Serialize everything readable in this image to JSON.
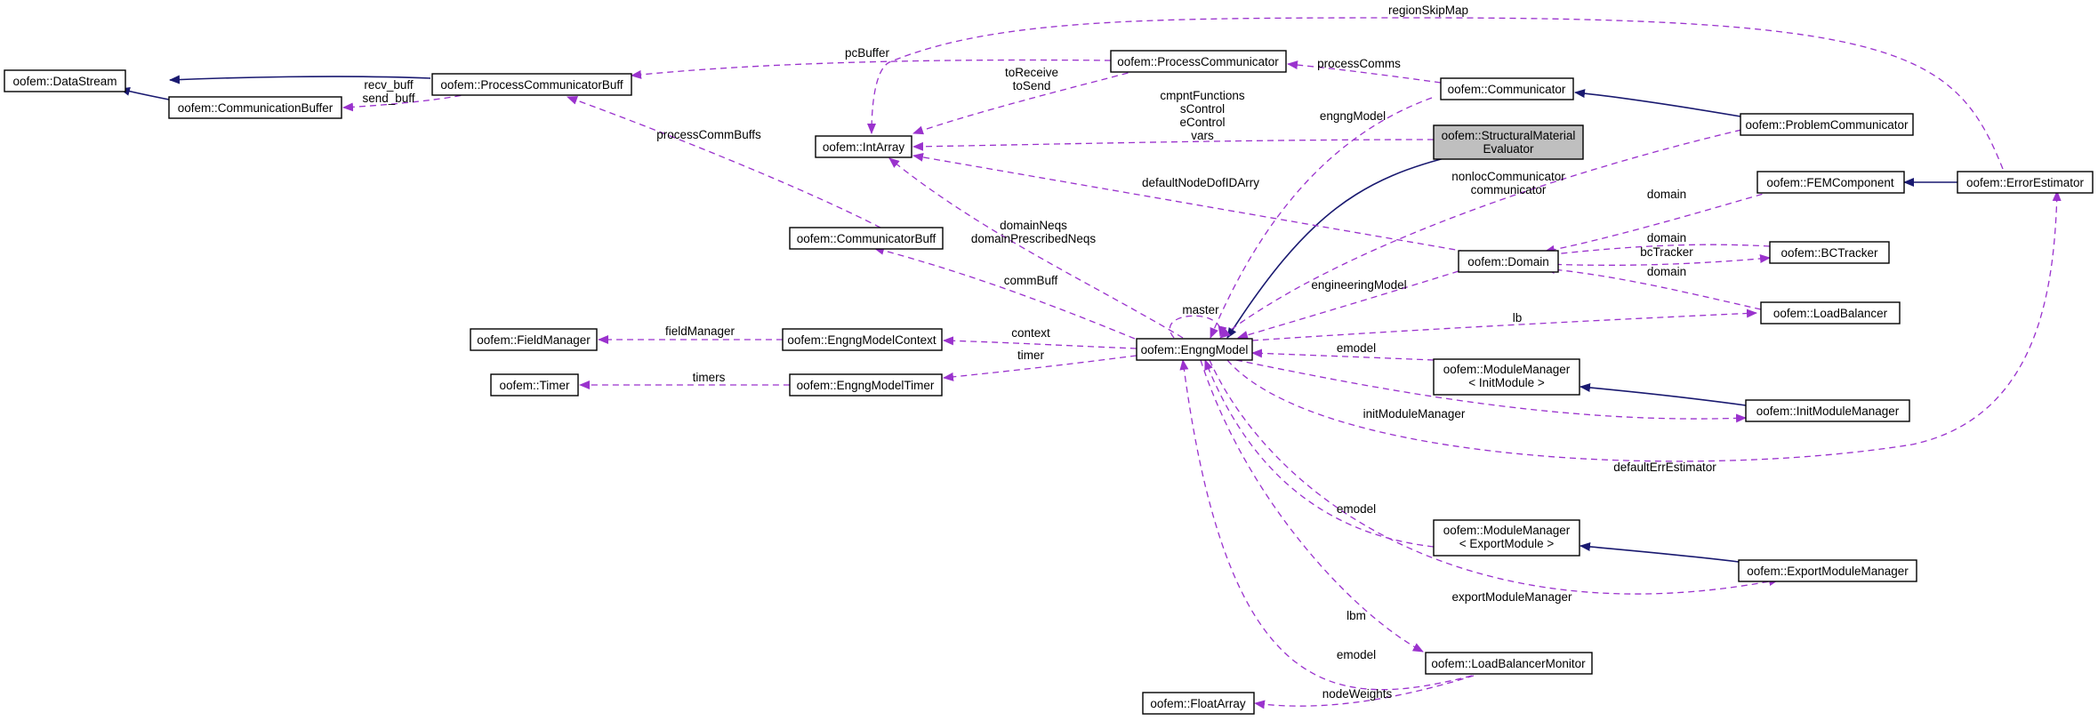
{
  "nodes": {
    "DataStream": [
      "oofem::DataStream"
    ],
    "CommunicationBuffer": [
      "oofem::CommunicationBuffer"
    ],
    "ProcessCommunicatorBuff": [
      "oofem::ProcessCommunicatorBuff"
    ],
    "ProcessCommunicator": [
      "oofem::ProcessCommunicator"
    ],
    "IntArray": [
      "oofem::IntArray"
    ],
    "CommunicatorBuff": [
      "oofem::CommunicatorBuff"
    ],
    "FieldManager": [
      "oofem::FieldManager"
    ],
    "EngngModelContext": [
      "oofem::EngngModelContext"
    ],
    "Timer": [
      "oofem::Timer"
    ],
    "EngngModelTimer": [
      "oofem::EngngModelTimer"
    ],
    "EngngModel": [
      "oofem::EngngModel"
    ],
    "Communicator": [
      "oofem::Communicator"
    ],
    "StructuralMaterialEvaluator": [
      "oofem::StructuralMaterial",
      "Evaluator"
    ],
    "Domain": [
      "oofem::Domain"
    ],
    "ProblemCommunicator": [
      "oofem::ProblemCommunicator"
    ],
    "FEMComponent": [
      "oofem::FEMComponent"
    ],
    "ErrorEstimator": [
      "oofem::ErrorEstimator"
    ],
    "BCTracker": [
      "oofem::BCTracker"
    ],
    "LoadBalancer": [
      "oofem::LoadBalancer"
    ],
    "ModuleManagerInit": [
      "oofem::ModuleManager",
      "< InitModule >"
    ],
    "InitModuleManager": [
      "oofem::InitModuleManager"
    ],
    "ModuleManagerExport": [
      "oofem::ModuleManager",
      "< ExportModule >"
    ],
    "ExportModuleManager": [
      "oofem::ExportModuleManager"
    ],
    "LoadBalancerMonitor": [
      "oofem::LoadBalancerMonitor"
    ],
    "FloatArray": [
      "oofem::FloatArray"
    ]
  },
  "edge_labels": {
    "regionSkipMap": [
      "regionSkipMap"
    ],
    "pcBuffer": [
      "pcBuffer"
    ],
    "recvSendBuff": [
      "recv_buff",
      "send_buff"
    ],
    "toReceiveToSend": [
      "toReceive",
      "toSend"
    ],
    "processComms": [
      "processComms"
    ],
    "cmpntFunctions": [
      "cmpntFunctions",
      "sControl",
      "eControl",
      "vars"
    ],
    "engngModel": [
      "engngModel"
    ],
    "processCommBuffs": [
      "processCommBuffs"
    ],
    "defaultNodeDofIDArry": [
      "defaultNodeDofIDArry"
    ],
    "nonlocCommunicator": [
      "nonlocCommunicator",
      "communicator"
    ],
    "domainFEM": [
      "domain"
    ],
    "domainBC": [
      "domain"
    ],
    "bcTracker": [
      "bcTracker"
    ],
    "domainLB": [
      "domain"
    ],
    "domainNeqs": [
      "domainNeqs",
      "domainPrescribedNeqs"
    ],
    "commBuff": [
      "commBuff"
    ],
    "engineeringModel": [
      "engineeringModel"
    ],
    "master": [
      "master"
    ],
    "fieldManager": [
      "fieldManager"
    ],
    "context": [
      "context"
    ],
    "lb": [
      "lb"
    ],
    "timer": [
      "timer"
    ],
    "timers": [
      "timers"
    ],
    "emodelInit": [
      "emodel"
    ],
    "initModuleManager": [
      "initModuleManager"
    ],
    "defaultErrEstimator": [
      "defaultErrEstimator"
    ],
    "emodelExport": [
      "emodel"
    ],
    "exportModuleManager": [
      "exportModuleManager"
    ],
    "lbm": [
      "lbm"
    ],
    "emodelLBM": [
      "emodel"
    ],
    "nodeWeights": [
      "nodeWeights"
    ]
  },
  "colors": {
    "usage_edge": "#9a32cd",
    "inheritance_edge": "#191970",
    "highlighted_node": "#bfbfbf"
  }
}
